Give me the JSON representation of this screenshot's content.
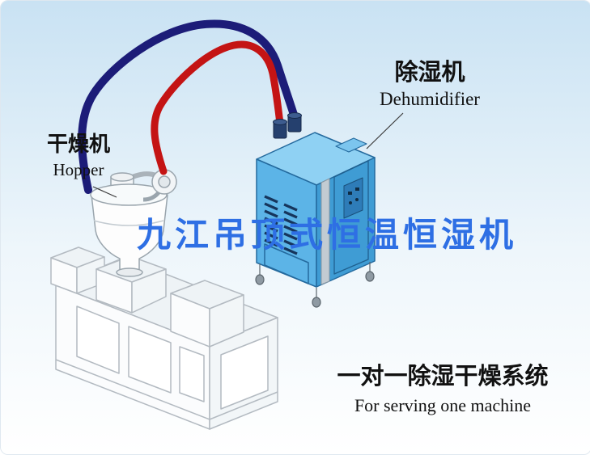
{
  "watermark": {
    "text": "九江吊顶式恒温恒湿机",
    "color": "#2e6fe4"
  },
  "labels": {
    "hopper": {
      "cn": "干燥机",
      "en": "Hopper"
    },
    "dehumidifier": {
      "cn": "除湿机",
      "en": "Dehumidifier"
    },
    "system": {
      "cn": "一对一除湿干燥系统",
      "en": "For serving one machine"
    }
  },
  "colors": {
    "background_top": "#c9e2f3",
    "background_bottom": "#ffffff",
    "pipe_dark": "#1c1c78",
    "pipe_red": "#c41414",
    "dehumidifier_body": "#5cb4e7",
    "dehumidifier_top": "#8fd1f3",
    "dehumidifier_side": "#3f9cd4",
    "line_art_stroke": "#b3bac1",
    "vent_slot": "#16355c"
  }
}
